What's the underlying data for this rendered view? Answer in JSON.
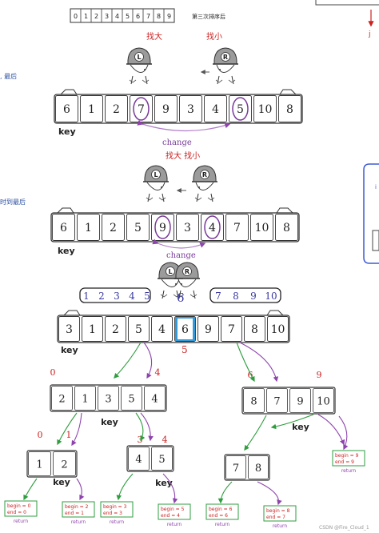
{
  "top_strip": {
    "digits": [
      "0",
      "1",
      "2",
      "3",
      "4",
      "5",
      "6",
      "7",
      "8",
      "9"
    ],
    "caption": "第三次排序后"
  },
  "right_edge_marker": "j",
  "left_edge_texts": [
    ", 最后",
    "时到最后"
  ],
  "watermark": "CSDN @Fire_Cloud_1",
  "section1": {
    "find_big_label": "找大",
    "find_small_label": "找小",
    "left_head_letter": "L",
    "right_head_letter": "R",
    "array": [
      "6",
      "1",
      "2",
      "7",
      "9",
      "3",
      "4",
      "5",
      "10",
      "8"
    ],
    "circled_indices": [
      3,
      7
    ],
    "key_label": "key",
    "swap_label": "change"
  },
  "section2": {
    "find_label": "找大 找小",
    "left_head_letter": "L",
    "right_head_letter": "R",
    "array": [
      "6",
      "1",
      "2",
      "5",
      "9",
      "3",
      "4",
      "7",
      "10",
      "8"
    ],
    "circled_indices": [
      4,
      6
    ],
    "key_label": "key",
    "swap_label": "change"
  },
  "section3": {
    "left_head_letter": "L",
    "right_head_letter": "R",
    "meet_value": "6",
    "left_range": [
      "1",
      "2",
      "3",
      "4",
      "5"
    ],
    "right_range": [
      "7",
      "8",
      "9",
      "10"
    ],
    "array": [
      "3",
      "1",
      "2",
      "5",
      "4",
      "6",
      "9",
      "7",
      "8",
      "10"
    ],
    "highlight_index": 5,
    "key_label": "key",
    "pivot_index_label": "5"
  },
  "tree": {
    "left_part": {
      "begin_index": "0",
      "end_index": "4",
      "values": [
        "2",
        "1",
        "3",
        "5",
        "4"
      ],
      "key_label": "key"
    },
    "right_part": {
      "begin_index": "6",
      "end_index": "9",
      "values": [
        "8",
        "7",
        "9",
        "10"
      ],
      "key_label": "key"
    },
    "sub_a": {
      "begin_index": "0",
      "end_index": "1",
      "values": [
        "1",
        "2"
      ],
      "key_label": "key"
    },
    "sub_b": {
      "begin_index": "3",
      "end_index": "4",
      "values": [
        "4",
        "5"
      ],
      "key_label": "key"
    },
    "sub_c": {
      "values": [
        "7",
        "8"
      ]
    },
    "leaves": [
      {
        "begin": "begin = 0",
        "end": "end = 0",
        "ret": "return"
      },
      {
        "begin": "begin = 2",
        "end": "end = 1",
        "ret": "return"
      },
      {
        "begin": "begin = 3",
        "end": "end = 3",
        "ret": "return"
      },
      {
        "begin": "begin = 5",
        "end": "end = 4",
        "ret": "return"
      },
      {
        "begin": "begin = 6",
        "end": "end = 6",
        "ret": "return"
      },
      {
        "begin": "begin = 8",
        "end": "end = 7",
        "ret": "return"
      },
      {
        "begin": "begin = 9",
        "end": "end = 9",
        "ret": "return"
      }
    ]
  },
  "colors": {
    "ink": "#333333",
    "cell_fill": "#f2f2f2",
    "circle": "#7a3b9a",
    "swap_arrow": "#b07fc8",
    "green": "#2f9e3f",
    "purple": "#8e44ad",
    "index_red": "#cc2222",
    "range_blue": "#3a3aa0",
    "highlight": "#1f8fd6",
    "right_panel": "#3f5bd1"
  }
}
